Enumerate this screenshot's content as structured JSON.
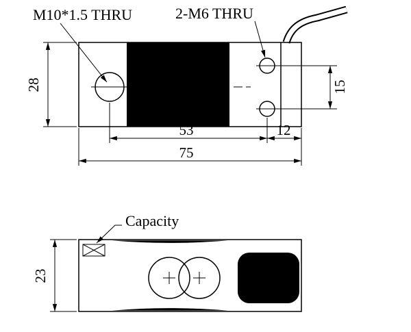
{
  "colors": {
    "ink": "#000000",
    "paper": "#ffffff"
  },
  "top_view": {
    "thread_label_left": "M10*1.5 THRU",
    "thread_label_right": "2-M6 THRU",
    "dim_height": "28",
    "dim_hole_spacing": "15",
    "dim_hole_center_length": "53",
    "dim_end_offset": "12",
    "dim_total_length": "75"
  },
  "bottom_view": {
    "capacity_label": "Capacity",
    "dim_height": "23"
  }
}
